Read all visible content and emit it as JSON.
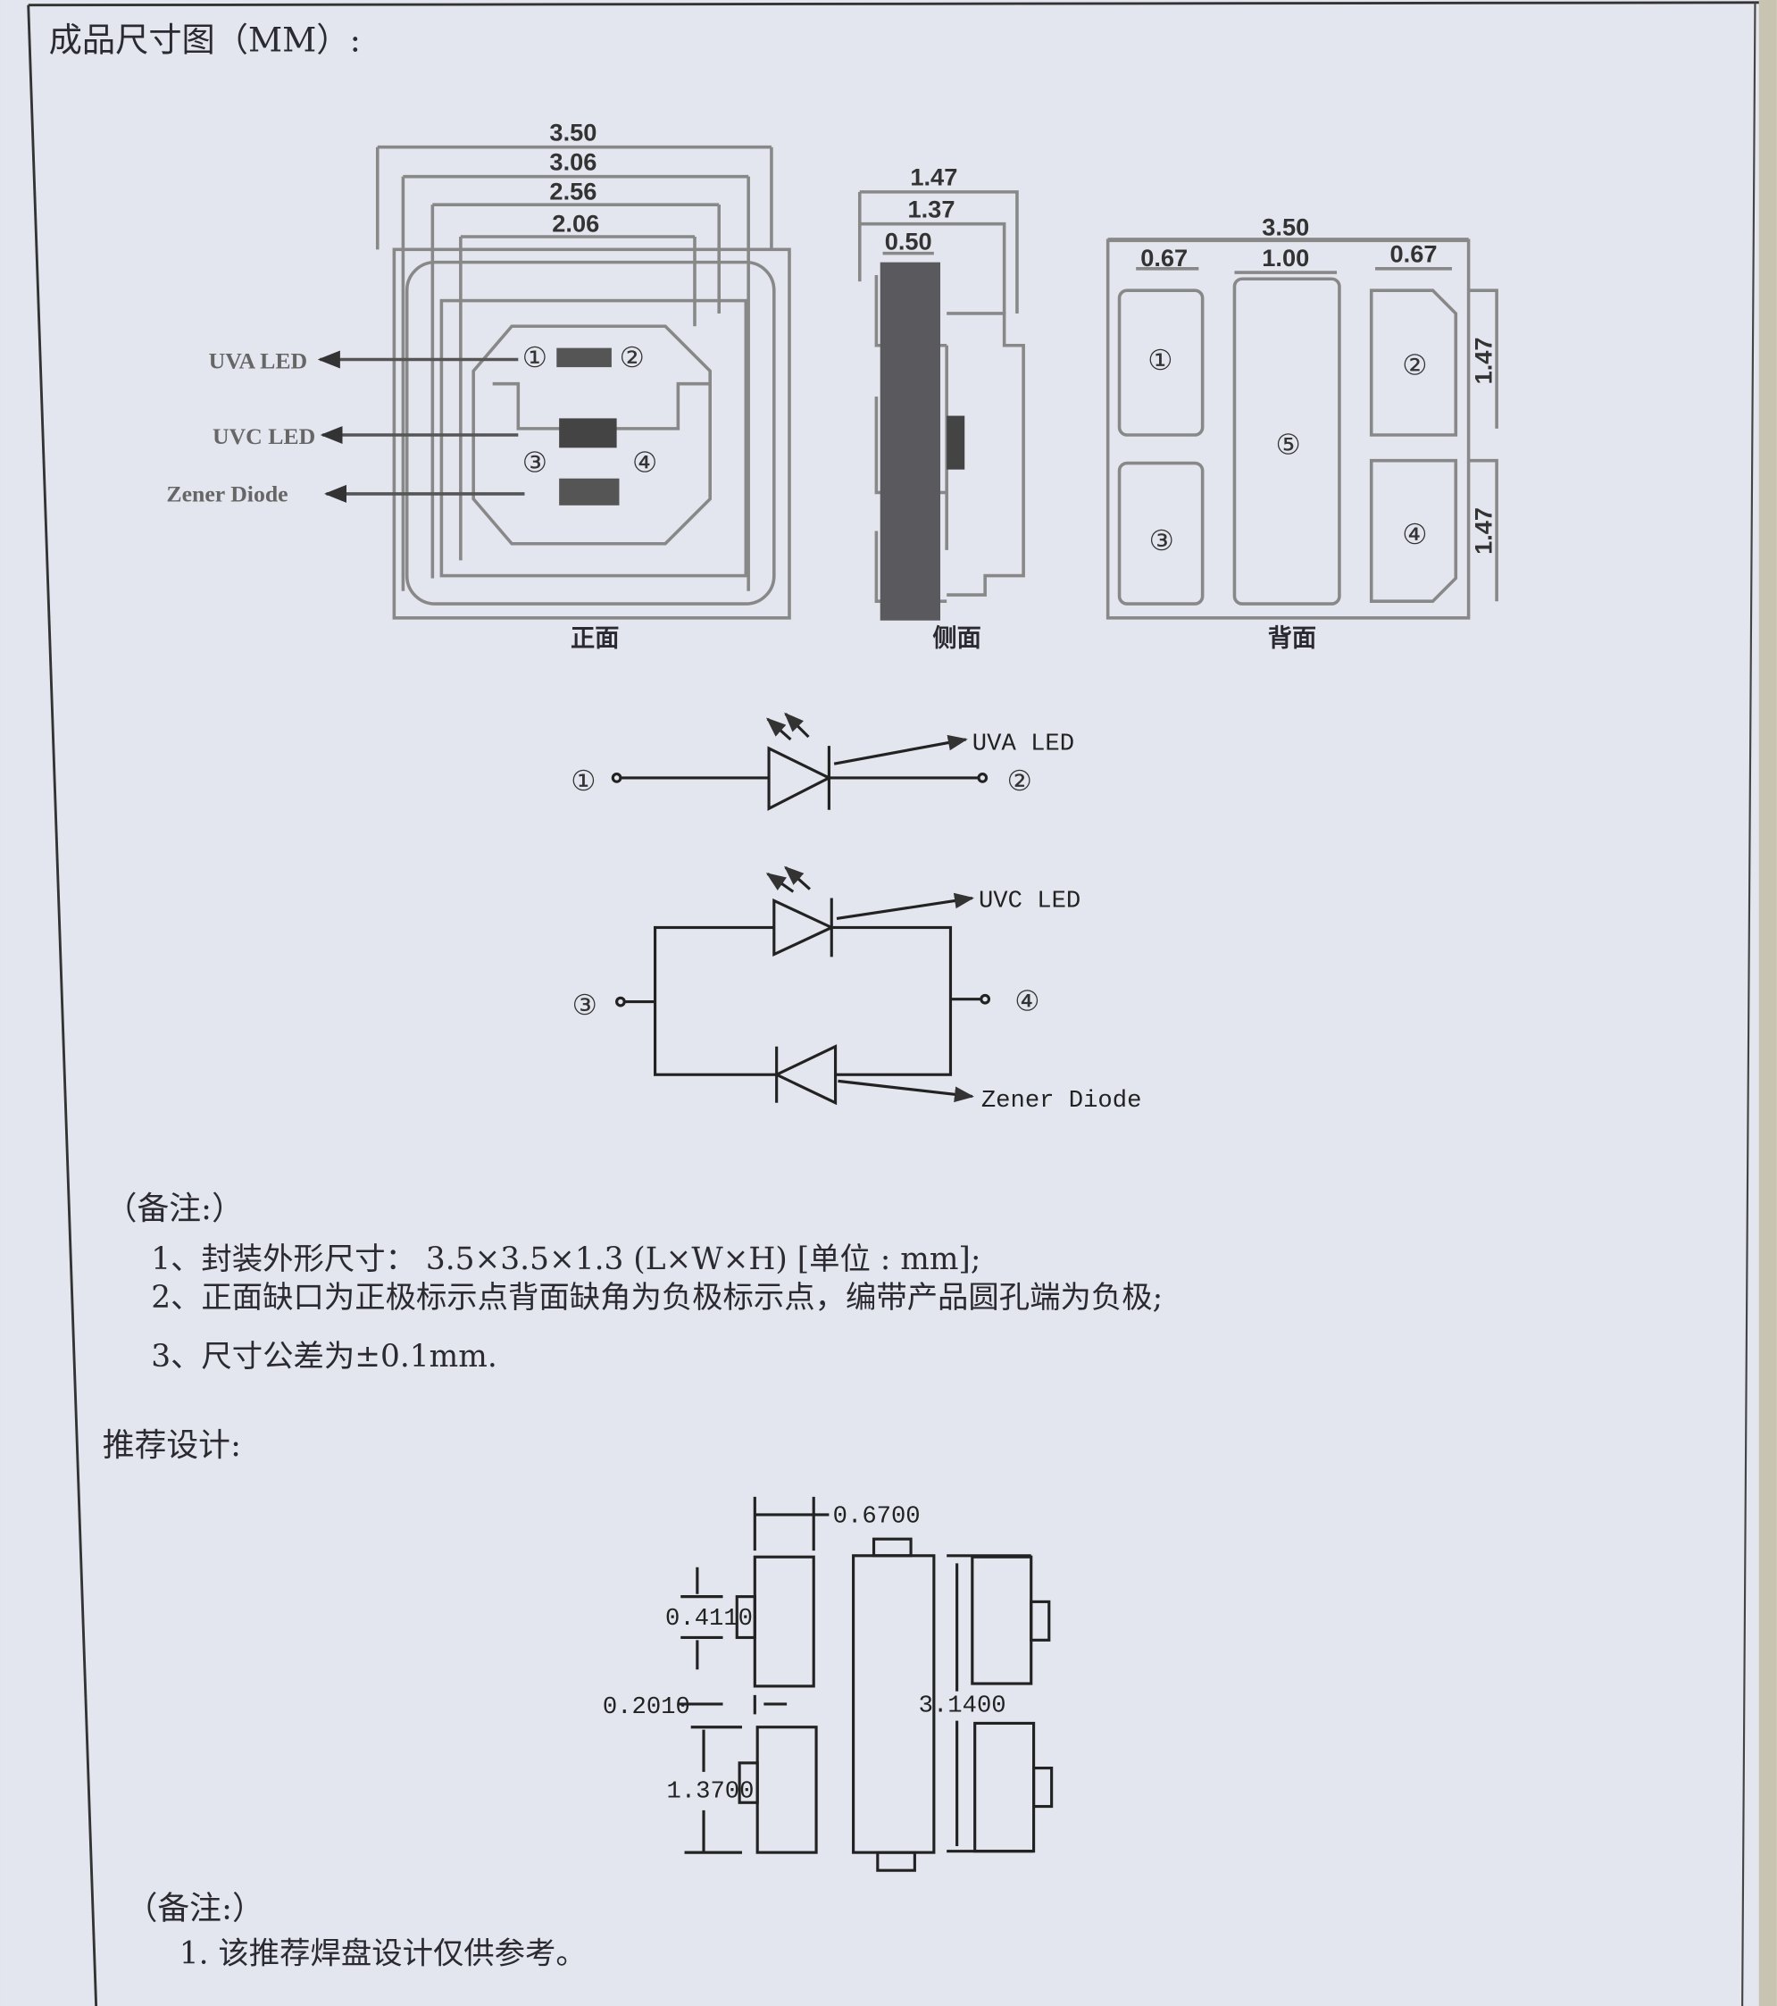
{
  "title": "成品尺寸图（MM）:",
  "front_view": {
    "label": "正面",
    "dims": [
      "3.50",
      "3.06",
      "2.56",
      "2.06"
    ],
    "callouts": [
      "UVA LED",
      "UVC LED",
      "Zener Diode"
    ],
    "pins": [
      "①",
      "②",
      "③",
      "④"
    ]
  },
  "side_view": {
    "label": "侧面",
    "dims": [
      "1.47",
      "1.37",
      "0.50"
    ]
  },
  "back_view": {
    "label": "背面",
    "dims": {
      "width": "3.50",
      "left_pad": "0.67",
      "center_pad": "1.00",
      "right_pad": "0.67",
      "pad_height_top": "1.47",
      "pad_height_bottom": "1.47"
    },
    "pins": [
      "①",
      "②",
      "③",
      "④",
      "⑤"
    ]
  },
  "schematic": {
    "uva": {
      "pin_left": "①",
      "pin_right": "②",
      "label": "UVA LED"
    },
    "uvc": {
      "pin_left": "③",
      "pin_right": "④",
      "label": "UVC LED",
      "zener_label": "Zener Diode"
    }
  },
  "notes": {
    "heading": "（备注:）",
    "items": [
      "1、封装外形尺寸：  3.5×3.5×1.3 (L×W×H) [单位 : mm];",
      "2、正面缺口为正极标示点背面缺角为负极标示点，编带产品圆孔端为负极;",
      "3、尺寸公差为±0.1mm."
    ]
  },
  "recommended": {
    "heading": "推荐设计:",
    "dims": {
      "pad_width": "0.6700",
      "tab_height": "0.4110",
      "gap": "0.2010",
      "pad_height": "1.3700",
      "total_height": "3.1400"
    },
    "notes_heading": "（备注:）",
    "note": "1. 该推荐焊盘设计仅供参考。"
  }
}
